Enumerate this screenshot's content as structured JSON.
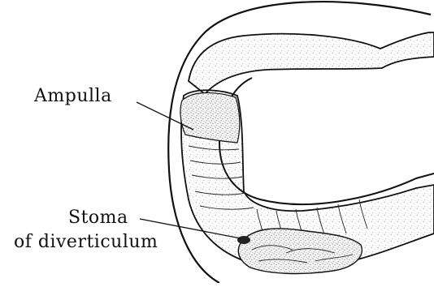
{
  "labels": {
    "ampulla": "Ampulla",
    "stoma_line1": "Stoma",
    "stoma_line2": "of diverticulum"
  },
  "colors": {
    "ink": "#111111",
    "paper": "#ffffff",
    "stipple": "#666666",
    "shade": "#d7d7d7"
  }
}
